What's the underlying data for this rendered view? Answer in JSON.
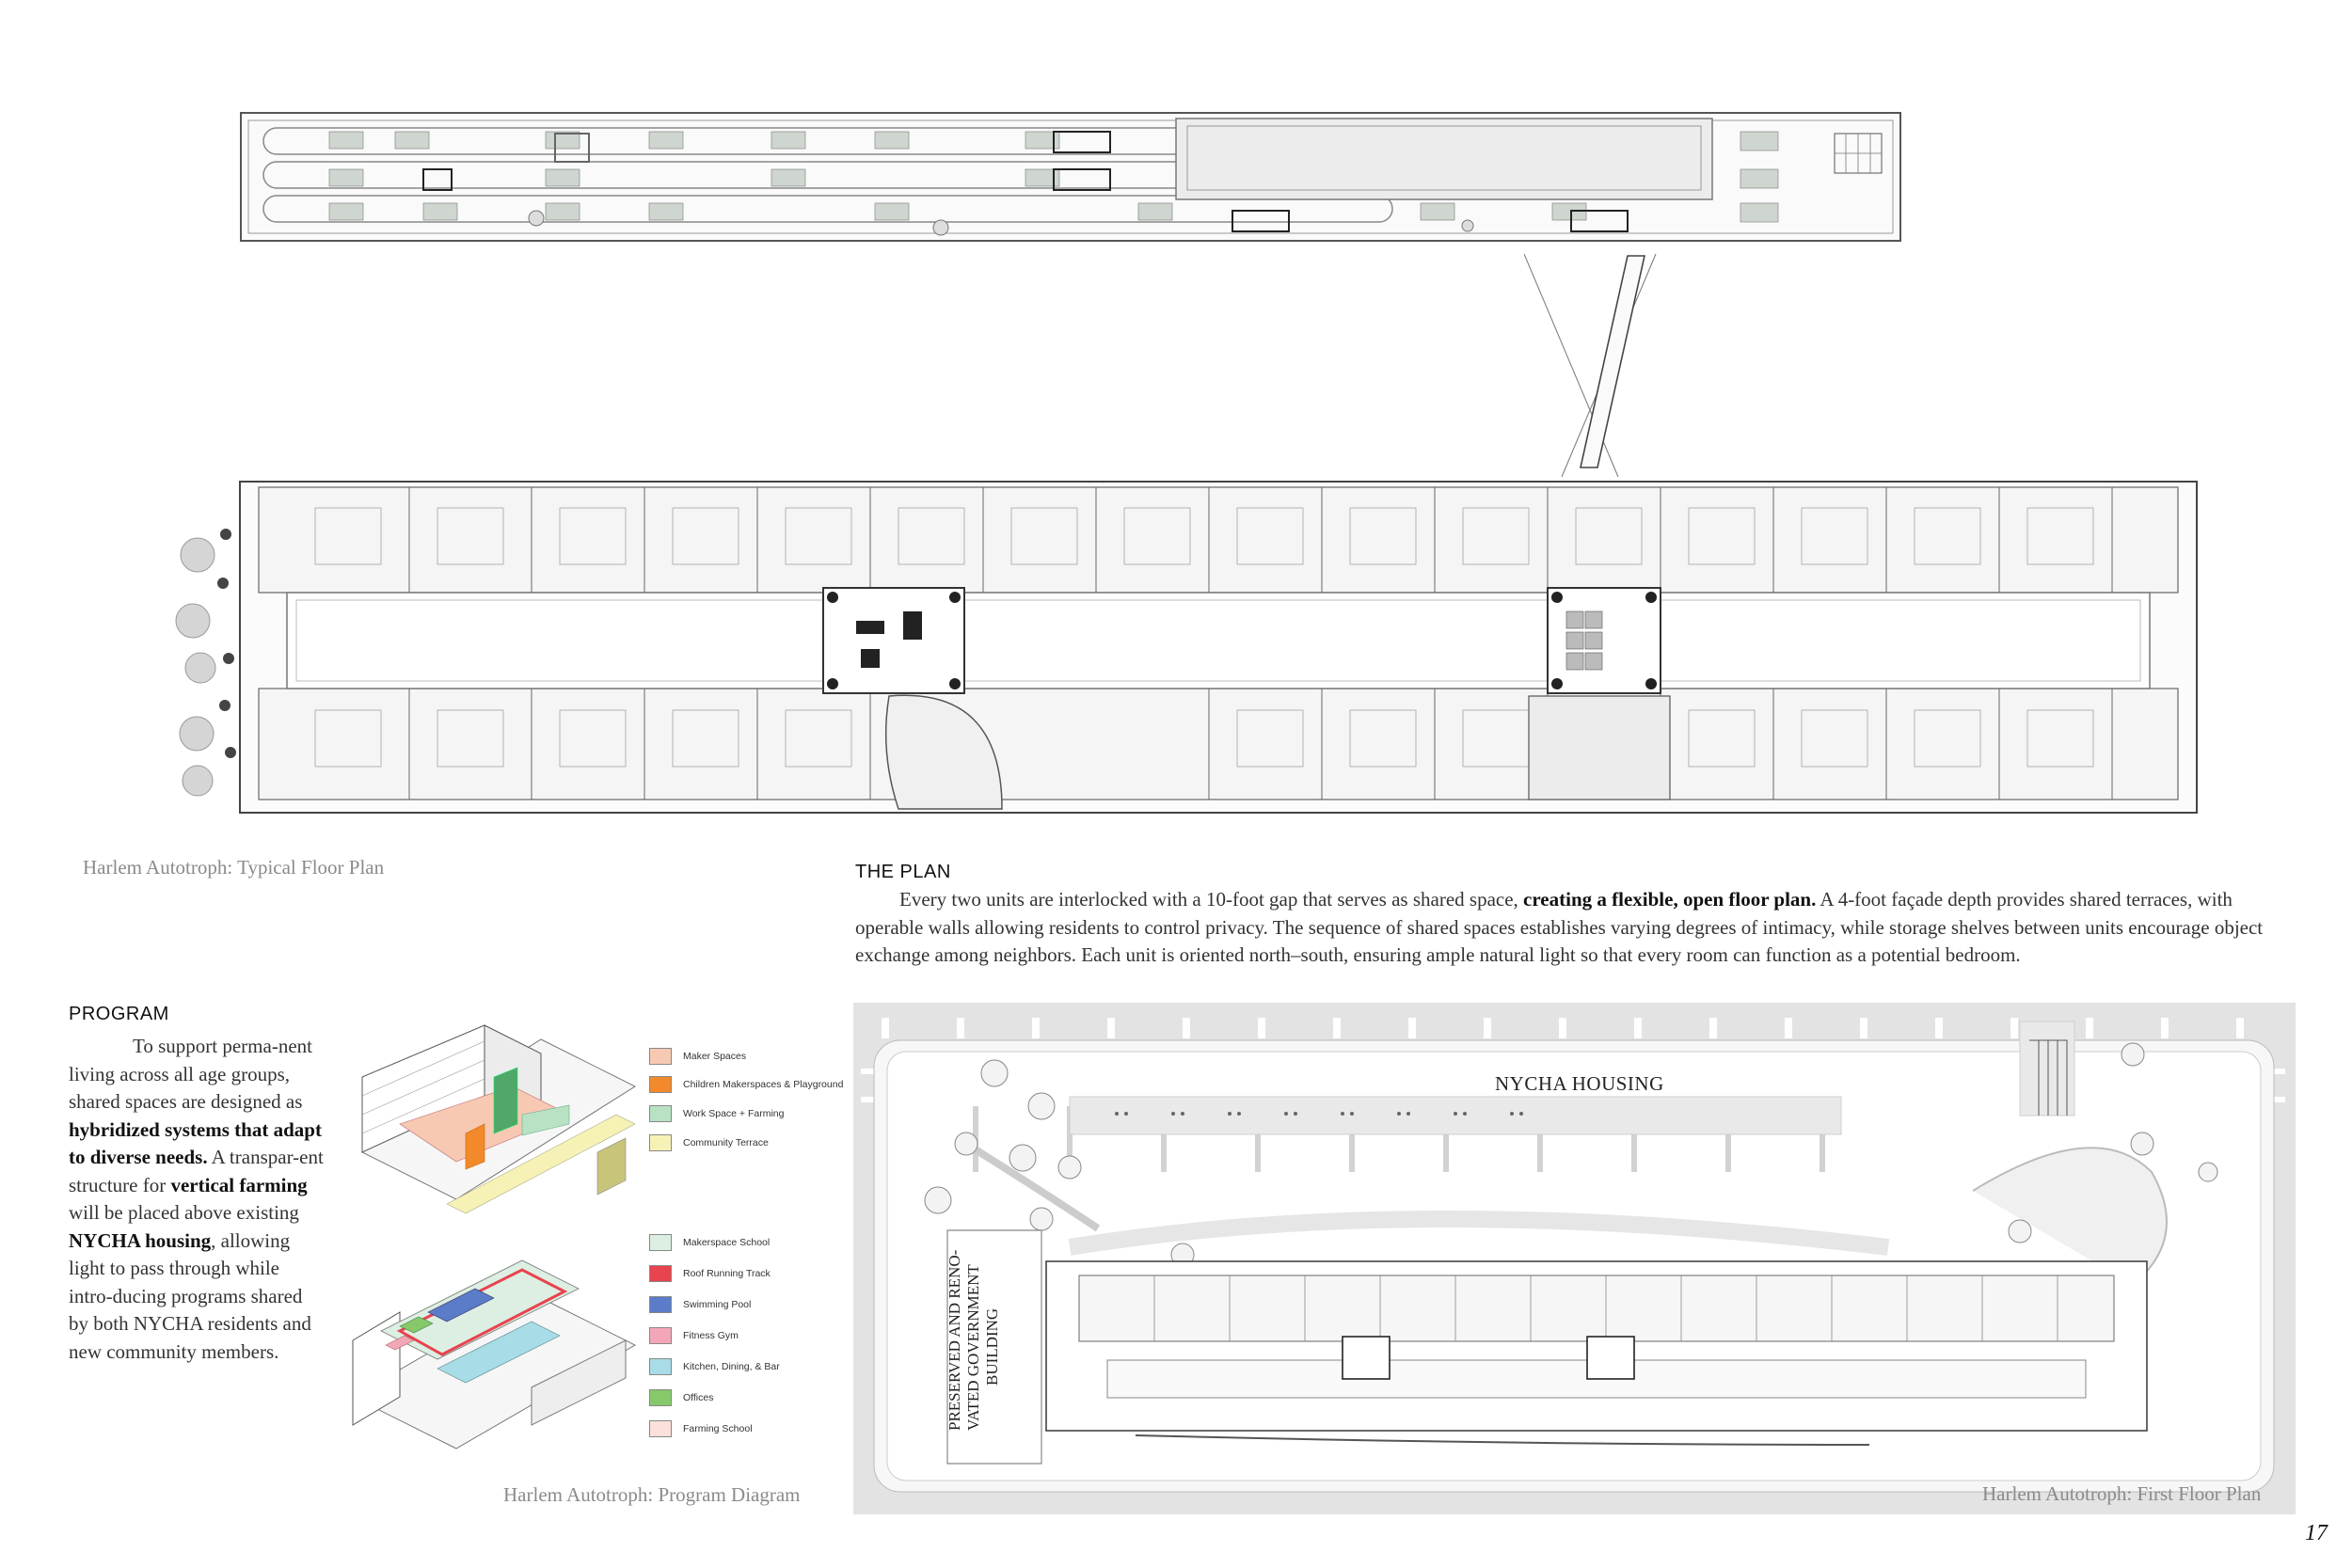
{
  "captions": {
    "typical_floor_plan": "Harlem Autotroph: Typical Floor Plan",
    "program_diagram": "Harlem Autotroph: Program Diagram",
    "first_floor_plan": "Harlem Autotroph: First Floor Plan"
  },
  "plan_section": {
    "heading": "THE PLAN",
    "para_a": "Every two units are interlocked with a 10-foot gap that serves as shared space, ",
    "para_bold": "creating a flexible, open floor plan.",
    "para_b": " A 4-foot façade depth provides shared terraces, with operable walls allowing residents to control privacy. The sequence of shared spaces establishes varying degrees of intimacy, while storage shelves between units encourage object exchange among neighbors. Each unit is oriented north–south, ensuring ample natural light so that every room can function as a potential bedroom."
  },
  "program_section": {
    "heading": "PROGRAM",
    "t1": "To support perma-nent living across all age groups, shared spaces are designed as ",
    "b1": "hybridized systems that adapt to diverse needs.",
    "t2": " A transpar-ent structure for ",
    "b2": "vertical farming",
    "t3": " will be placed above existing ",
    "b3": "NYCHA housing",
    "t4": ", allowing light to pass through while intro-ducing programs shared by both NYCHA residents and new community members."
  },
  "legend_upper": [
    {
      "label": "Maker Spaces",
      "color": "#f7c9b3"
    },
    {
      "label": "Children Makerspaces & Playground",
      "color": "#f28a2c"
    },
    {
      "label": "Work Space + Farming",
      "color": "#b9e2c4"
    },
    {
      "label": "Community Terrace",
      "color": "#f6f2b6"
    }
  ],
  "legend_lower": [
    {
      "label": "Makerspace School",
      "color": "#dcefe2"
    },
    {
      "label": "Roof Running Track",
      "color": "#e8434f"
    },
    {
      "label": "Swimming Pool",
      "color": "#5b7cc8"
    },
    {
      "label": "Fitness Gym",
      "color": "#f3a7b6"
    },
    {
      "label": "Kitchen, Dining, & Bar",
      "color": "#a8dce6"
    },
    {
      "label": "Offices",
      "color": "#86c86a"
    },
    {
      "label": "Farming School",
      "color": "#fbe0dc"
    }
  ],
  "site_labels": {
    "nycha": "NYCHA HOUSING",
    "preserved": "PRESERVED AND RENO-",
    "preserved2": "VATED GOVERNMENT",
    "preserved3": "BUILDING"
  },
  "page_number": "17"
}
